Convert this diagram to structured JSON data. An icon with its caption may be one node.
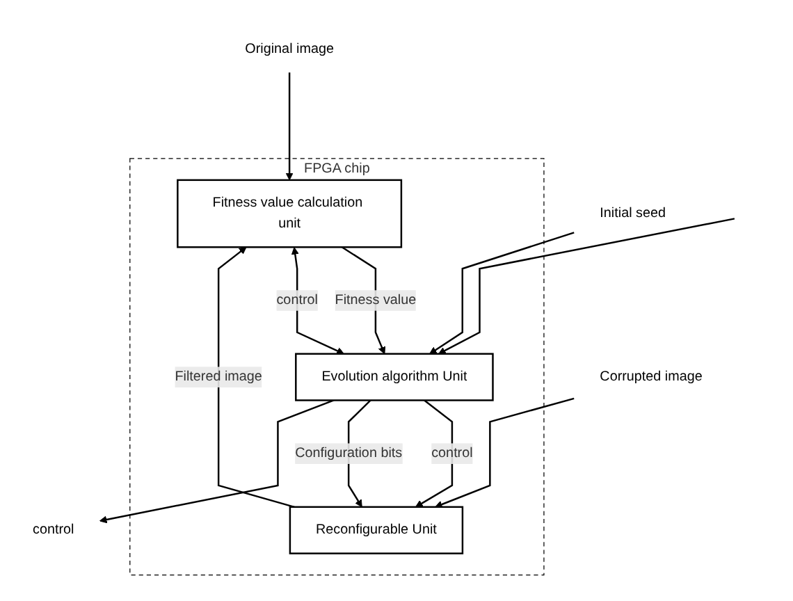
{
  "diagram": {
    "nodes": [
      {
        "text": [
          "FPGA chip"
        ]
      },
      {
        "text": [
          "Fitness value calculation unit"
        ],
        "in": 0
      },
      {
        "text": [
          "Reconfigurable Unit"
        ],
        "in": 0
      },
      {
        "text": [
          "Evolution algorithm Unit"
        ],
        "in": 0
      },
      {
        "text": [
          "Original image"
        ]
      },
      {
        "text": [
          "Corrupted image"
        ]
      },
      {
        "text": [
          "control"
        ]
      },
      {
        "text": [
          "Initial seed"
        ]
      }
    ],
    "edges": [
      {
        "from": 4,
        "to": 1,
        "arrow": "to"
      },
      {
        "from": 5,
        "to": 2,
        "arrow": "to"
      },
      {
        "from": 2,
        "to": 1,
        "label": "Filtered image",
        "arrow": "to"
      },
      {
        "from": 1,
        "to": 3,
        "label": "Fitness value",
        "arrow": "to"
      },
      {
        "from": 1,
        "to": 3,
        "label": "control",
        "arrow": "both"
      },
      {
        "from": 3,
        "to": 2,
        "label": "control",
        "arrow": "to"
      },
      {
        "from": 3,
        "to": 2,
        "label": "Configuration bits",
        "arrow": "to"
      },
      {
        "from": 3,
        "to": 6,
        "arrow": "to"
      },
      {
        "from": null,
        "to": 3,
        "arrow": "to"
      },
      {
        "from": 7,
        "to": 3,
        "arrow": "to"
      }
    ]
  }
}
